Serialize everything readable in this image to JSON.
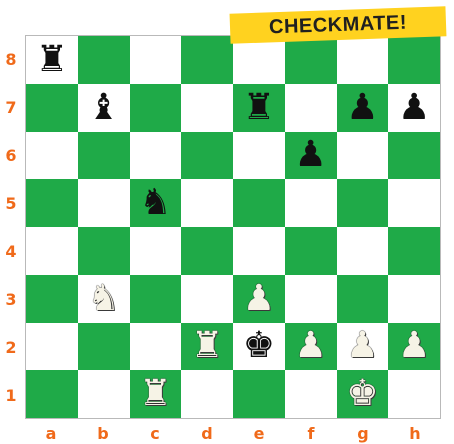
{
  "banner": {
    "text": "CHECKMATE!"
  },
  "colors": {
    "light": "#ffffff",
    "dark": "#1faa48",
    "label": "#f06a1a",
    "banner": "#ffd21f"
  },
  "ranks": [
    "8",
    "7",
    "6",
    "5",
    "4",
    "3",
    "2",
    "1"
  ],
  "files": [
    "a",
    "b",
    "c",
    "d",
    "e",
    "f",
    "g",
    "h"
  ],
  "pieces": [
    {
      "square": "a8",
      "color": "black",
      "type": "rook",
      "glyph": "♜"
    },
    {
      "square": "b7",
      "color": "black",
      "type": "bishop",
      "glyph": "♝"
    },
    {
      "square": "e7",
      "color": "black",
      "type": "rook",
      "glyph": "♜"
    },
    {
      "square": "g7",
      "color": "black",
      "type": "pawn",
      "glyph": "♟"
    },
    {
      "square": "h7",
      "color": "black",
      "type": "pawn",
      "glyph": "♟"
    },
    {
      "square": "f6",
      "color": "black",
      "type": "pawn",
      "glyph": "♟"
    },
    {
      "square": "c5",
      "color": "black",
      "type": "knight",
      "glyph": "♞"
    },
    {
      "square": "b3",
      "color": "white",
      "type": "knight",
      "glyph": "♞"
    },
    {
      "square": "e3",
      "color": "white",
      "type": "pawn",
      "glyph": "♟"
    },
    {
      "square": "d2",
      "color": "white",
      "type": "rook",
      "glyph": "♜"
    },
    {
      "square": "e2",
      "color": "black",
      "type": "king",
      "glyph": "♚"
    },
    {
      "square": "f2",
      "color": "white",
      "type": "pawn",
      "glyph": "♟"
    },
    {
      "square": "g2",
      "color": "white",
      "type": "pawn",
      "glyph": "♟"
    },
    {
      "square": "h2",
      "color": "white",
      "type": "pawn",
      "glyph": "♟"
    },
    {
      "square": "c1",
      "color": "white",
      "type": "rook",
      "glyph": "♜"
    },
    {
      "square": "g1",
      "color": "white",
      "type": "king",
      "glyph": "♚"
    }
  ]
}
